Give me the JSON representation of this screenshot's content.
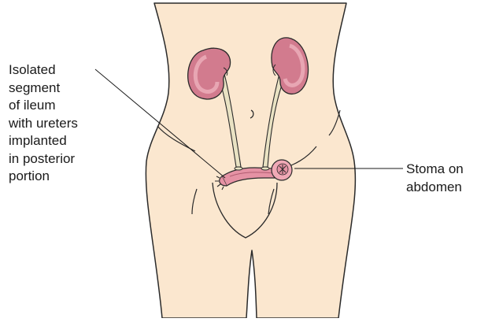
{
  "labels": {
    "ileum_segment": [
      "Isolated",
      "segment",
      "of ileum",
      "with ureters",
      "implanted",
      "in posterior",
      "portion"
    ],
    "stoma": [
      "Stoma on",
      "abdomen"
    ]
  },
  "colors": {
    "skin": "#fbe7cf",
    "outline": "#2a2a2a",
    "kidney": "#d27b8e",
    "kidney_inner": "#e8a6b3",
    "ureter": "#e9e2c3",
    "ileum": "#e592a4",
    "stoma": "#f0a9b6"
  }
}
